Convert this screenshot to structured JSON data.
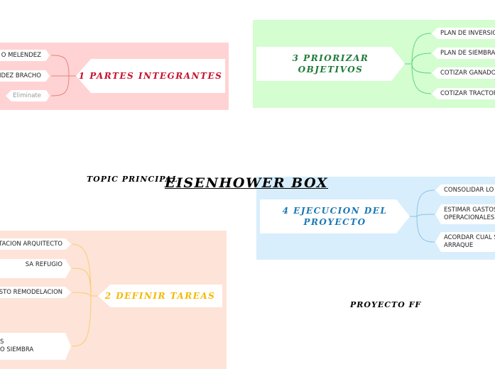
{
  "central": {
    "topic_label": "TOPIC PRINCIPAL",
    "title": "EISENHOWER BOX"
  },
  "floating": {
    "label": "PROYECTO FF"
  },
  "quadrants": [
    {
      "label": "1 PARTES INTEGRANTES",
      "color": "#c8102e",
      "bg": "#ffd3d3",
      "items": [
        "O MELENDEZ",
        "IDEZ BRACHO",
        "Eliminate"
      ]
    },
    {
      "label": "2  DEFINIR TAREAS",
      "color": "#f5b800",
      "bg": "#fee3d8",
      "items": [
        "TACION ARQUITECTO",
        "SA REFUGIO",
        "STO REMODELACION",
        "S\nO SIEMBRA"
      ]
    },
    {
      "label": "3  PRIORIZAR OBJETIVOS",
      "color": "#1e7a3a",
      "bg": "#d4fdd0",
      "items": [
        "PLAN DE INVERSIO",
        "PLAN DE SIEMBRA",
        "COTIZAR GANADO",
        "COTIZAR TRACTOR"
      ]
    },
    {
      "label": "4    EJECUCION DEL PROYECTO",
      "color": "#1a78b4",
      "bg": "#d8eefc",
      "items": [
        "CONSOLIDAR LO",
        "ESTIMAR GASTOS\nOPERACIONALES",
        "ACORDAR CUAL S\nARRAQUE"
      ]
    }
  ]
}
